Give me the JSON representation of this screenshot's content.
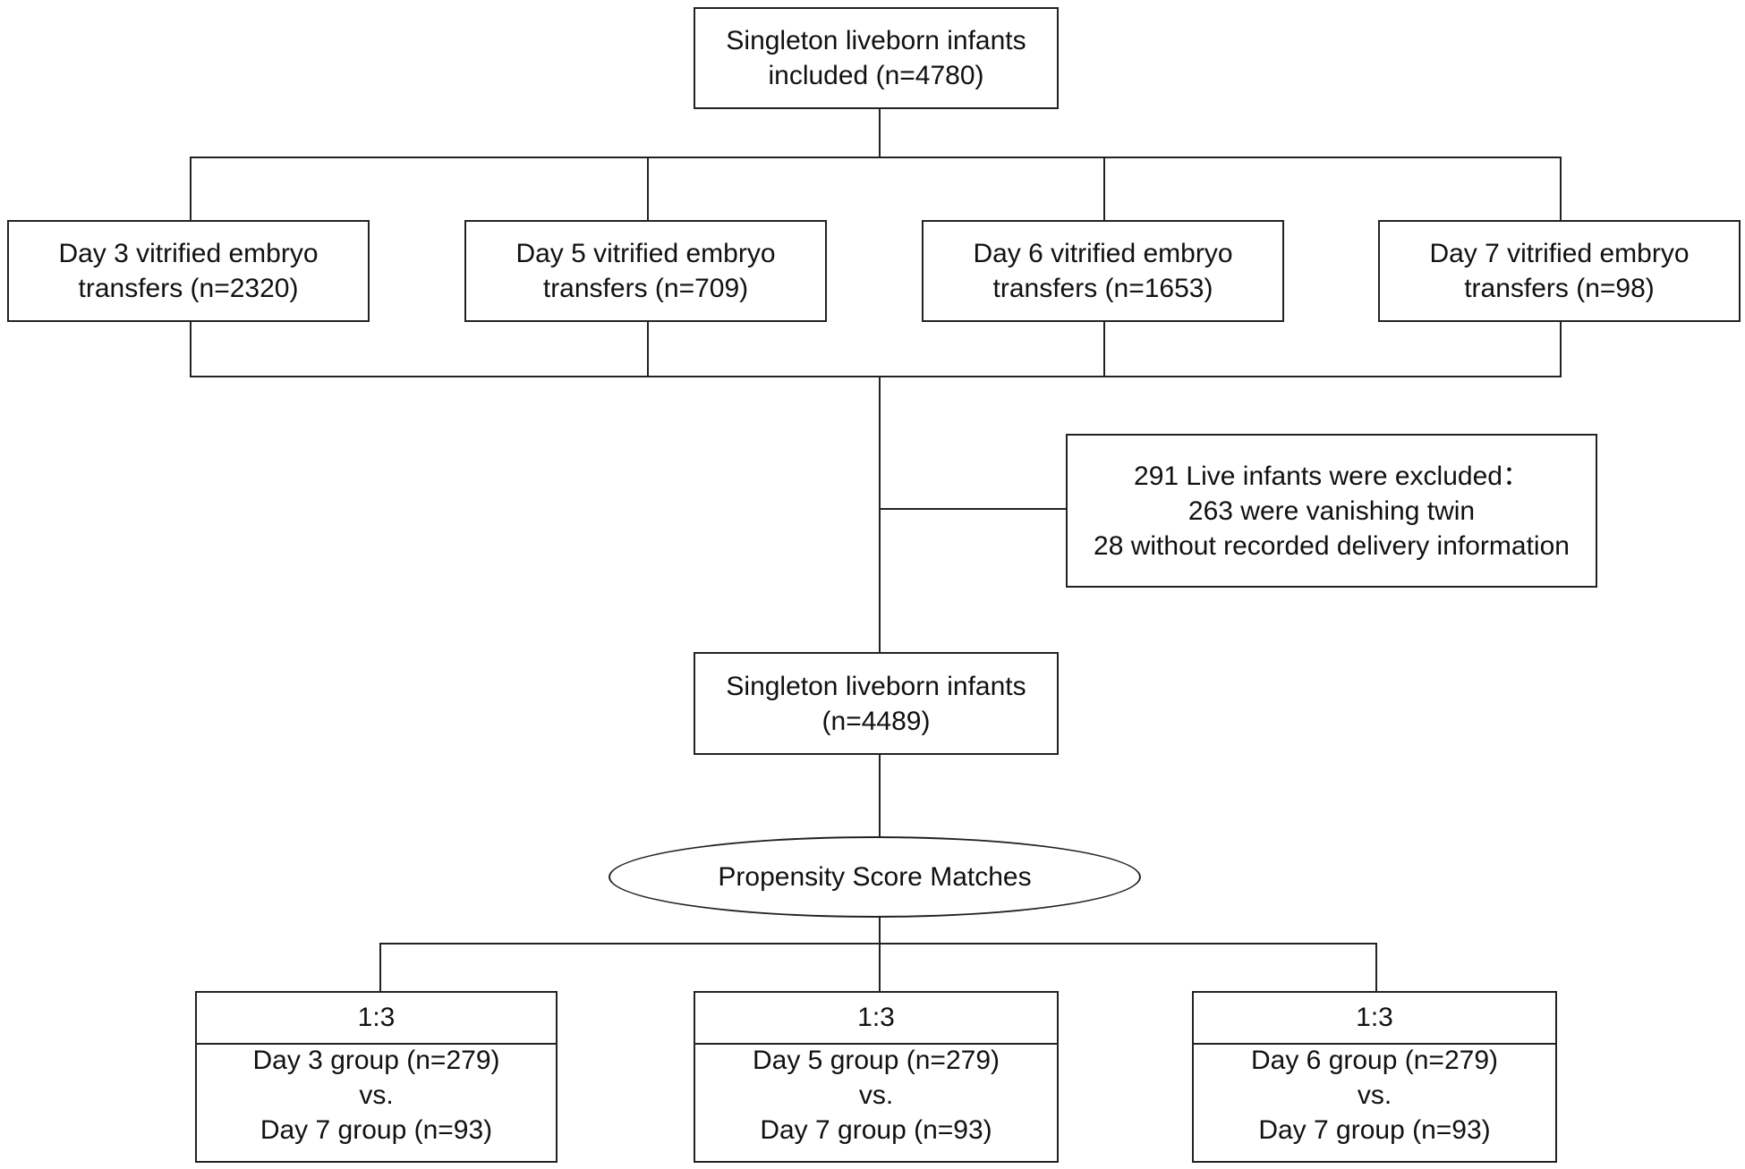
{
  "top_box": {
    "line1": "Singleton liveborn infants",
    "line2": "included (n=4780)"
  },
  "day_boxes": [
    {
      "line1": "Day 3 vitrified embryo",
      "line2": "transfers (n=2320)"
    },
    {
      "line1": "Day 5 vitrified embryo",
      "line2": "transfers (n=709)"
    },
    {
      "line1": "Day 6 vitrified embryo",
      "line2": "transfers (n=1653)"
    },
    {
      "line1": "Day 7 vitrified embryo",
      "line2": "transfers (n=98)"
    }
  ],
  "exclusion_box": {
    "line1": "291 Live infants were excluded：",
    "line2": "263 were vanishing twin",
    "line3": "28 without recorded delivery information"
  },
  "middle_box": {
    "line1": "Singleton liveborn infants",
    "line2": "(n=4489)"
  },
  "ellipse": {
    "label": "Propensity Score Matches"
  },
  "match_boxes": [
    {
      "ratio": "1:3",
      "line1": "Day 3 group (n=279)",
      "line2": "vs.",
      "line3": "Day 7 group (n=93)"
    },
    {
      "ratio": "1:3",
      "line1": "Day 5 group (n=279)",
      "line2": "vs.",
      "line3": "Day 7 group (n=93)"
    },
    {
      "ratio": "1:3",
      "line1": "Day 6 group (n=279)",
      "line2": "vs.",
      "line3": "Day 7 group (n=93)"
    }
  ]
}
